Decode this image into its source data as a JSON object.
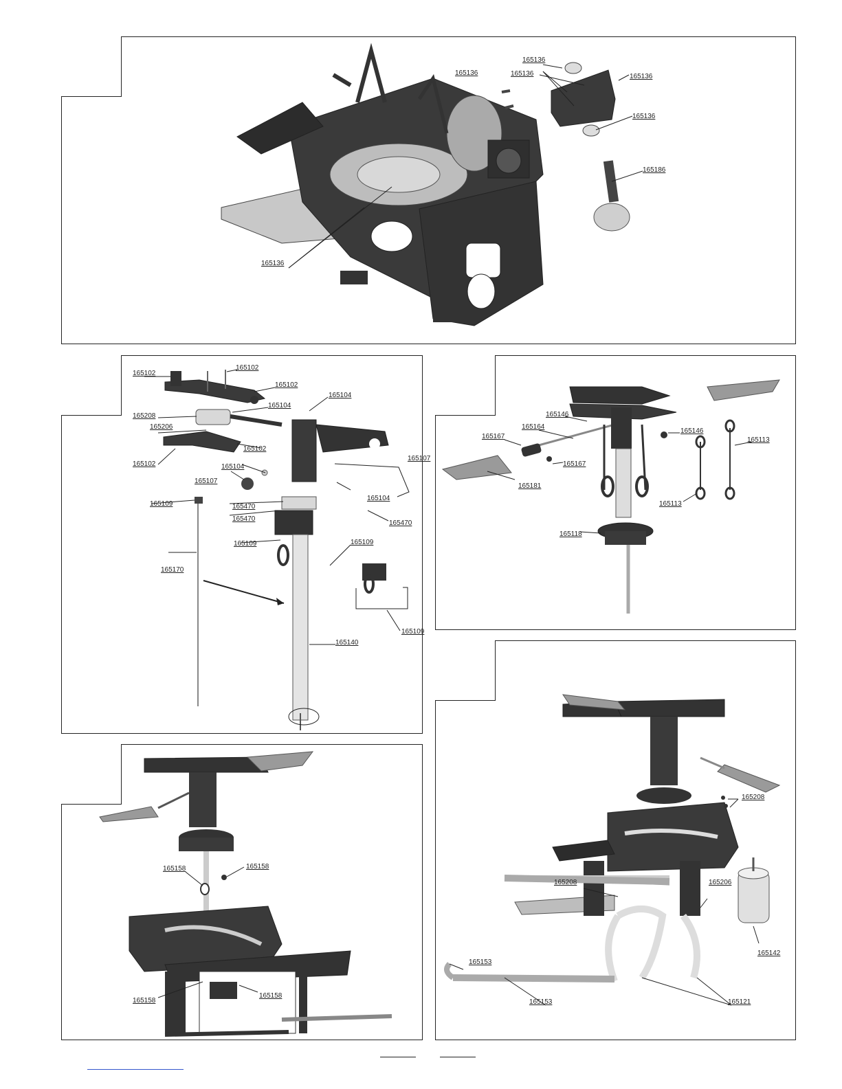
{
  "panels": {
    "frame": {
      "labels": [
        "165136",
        "165136",
        "165136",
        "165136",
        "165136",
        "165136",
        "165186"
      ]
    },
    "rotor_head": {
      "labels": [
        "165102",
        "165102",
        "165102",
        "165208",
        "165104",
        "165104",
        "165206",
        "165102",
        "165102",
        "165107",
        "165104",
        "165107",
        "165104",
        "165109",
        "165470",
        "165470",
        "165470",
        "165109",
        "165109",
        "165170",
        "165109",
        "165140"
      ]
    },
    "flybar": {
      "labels": [
        "165146",
        "165167",
        "165164",
        "165146",
        "165113",
        "165167",
        "165181",
        "165113",
        "165118"
      ]
    },
    "assembly_mid": {
      "labels": [
        "165158",
        "165158",
        "165158",
        "165158"
      ]
    },
    "assembly_full": {
      "labels": [
        "165208",
        "165208",
        "165206",
        "165153",
        "165142",
        "165153",
        "165121"
      ]
    }
  },
  "colors": {
    "line": "#222222",
    "part_dark": "#3a3a3a",
    "part_mid": "#6a6a6a",
    "part_light": "#c8c8c8"
  }
}
